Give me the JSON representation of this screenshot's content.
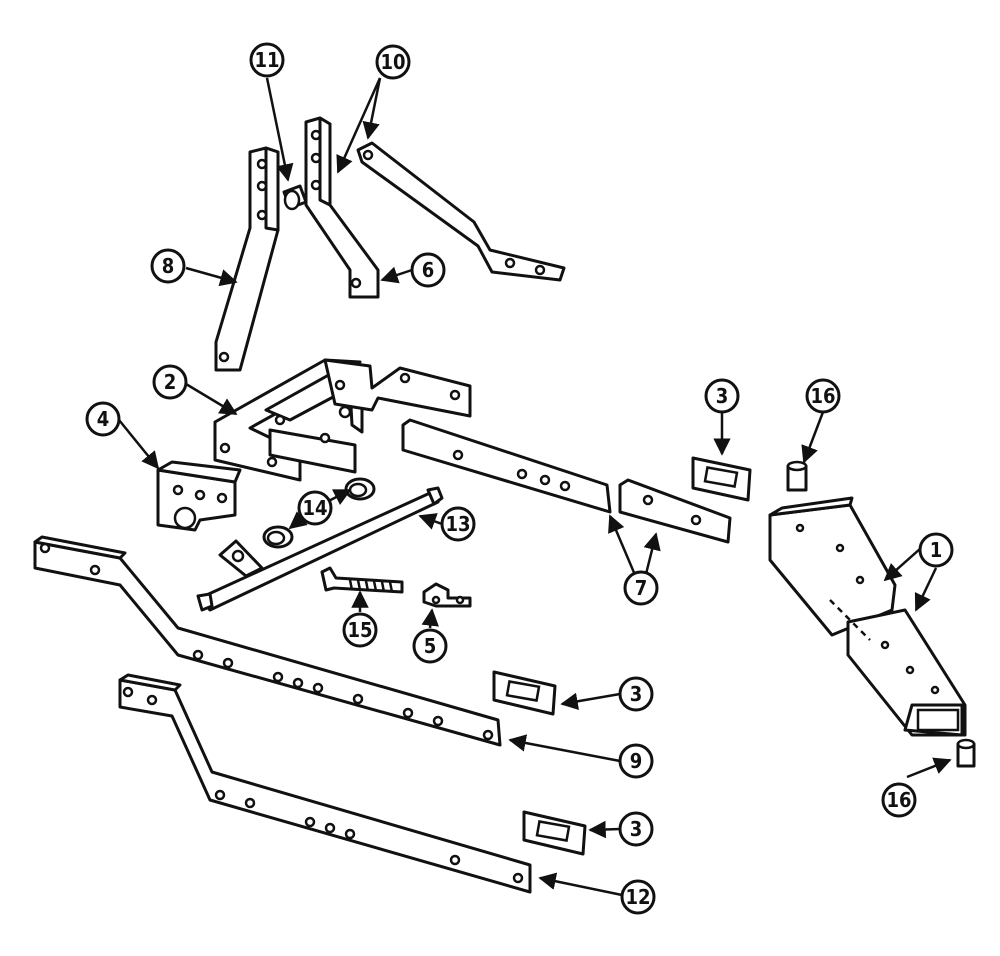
{
  "callouts": {
    "c1": "1",
    "c2": "2",
    "c3a": "3",
    "c3b": "3",
    "c3c": "3",
    "c4": "4",
    "c5": "5",
    "c6": "6",
    "c7": "7",
    "c8": "8",
    "c9": "9",
    "c10": "10",
    "c11": "11",
    "c12": "12",
    "c13": "13",
    "c14": "14",
    "c15": "15",
    "c16a": "16",
    "c16b": "16"
  }
}
